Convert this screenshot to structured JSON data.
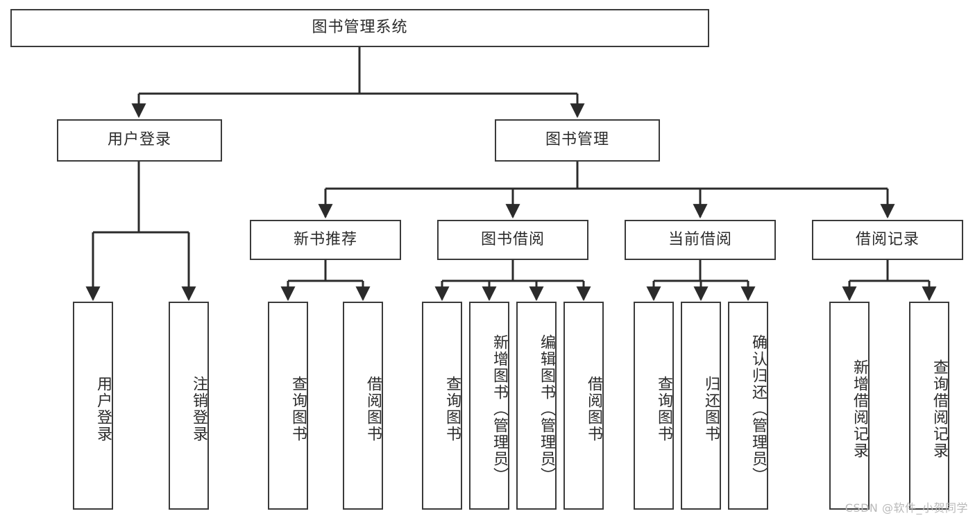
{
  "diagram": {
    "title": "图书管理系统",
    "type": "tree-hierarchy-diagram",
    "colors": {
      "box_border": "#3a3a3a",
      "box_fill": "#ffffff",
      "connector": "#2b2b2b",
      "text": "#2b2b2b",
      "background": "#ffffff",
      "watermark": "#b9b9b9"
    },
    "root": {
      "label": "图书管理系统"
    },
    "level2": [
      {
        "label": "用户登录"
      },
      {
        "label": "图书管理"
      }
    ],
    "level3": [
      {
        "label": "新书推荐"
      },
      {
        "label": "图书借阅"
      },
      {
        "label": "当前借阅"
      },
      {
        "label": "借阅记录"
      }
    ],
    "leaves": {
      "user_login": [
        {
          "label": "用户登录"
        },
        {
          "label": "注销登录"
        }
      ],
      "new_book_recommend": [
        {
          "label": "查询图书"
        },
        {
          "label": "借阅图书"
        }
      ],
      "book_borrow": [
        {
          "label": "查询图书"
        },
        {
          "label": "新增图书（管理员）"
        },
        {
          "label": "编辑图书（管理员）"
        },
        {
          "label": "借阅图书"
        }
      ],
      "current_borrow": [
        {
          "label": "查询图书"
        },
        {
          "label": "归还图书"
        },
        {
          "label": "确认归还（管理员）"
        }
      ],
      "borrow_record": [
        {
          "label": "新增借阅记录"
        },
        {
          "label": "查询借阅记录"
        }
      ]
    }
  },
  "watermark": {
    "text": "CSDN @软件_小贺同学"
  }
}
